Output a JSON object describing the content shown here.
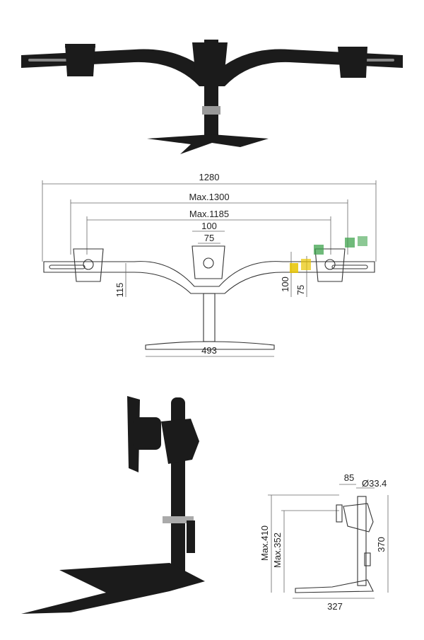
{
  "front_view_dimensions": {
    "overall_width": "1280",
    "max_width_outer": "Max.1300",
    "max_width_inner": "Max.1185",
    "vesa_large": "100",
    "vesa_small": "75",
    "left_height": "115",
    "right_height_large": "100",
    "right_height_small": "75",
    "base_width": "493"
  },
  "side_view_dimensions": {
    "offset": "85",
    "pole_diameter": "Ø33.4",
    "max_height_outer": "Max.410",
    "max_height_inner": "Max.352",
    "pole_height": "370",
    "base_depth": "327"
  },
  "colors": {
    "metal": "#1b1b1b",
    "line": "#333333",
    "watermark_yellow": "#e8c400",
    "watermark_green": "#3fa34d"
  }
}
